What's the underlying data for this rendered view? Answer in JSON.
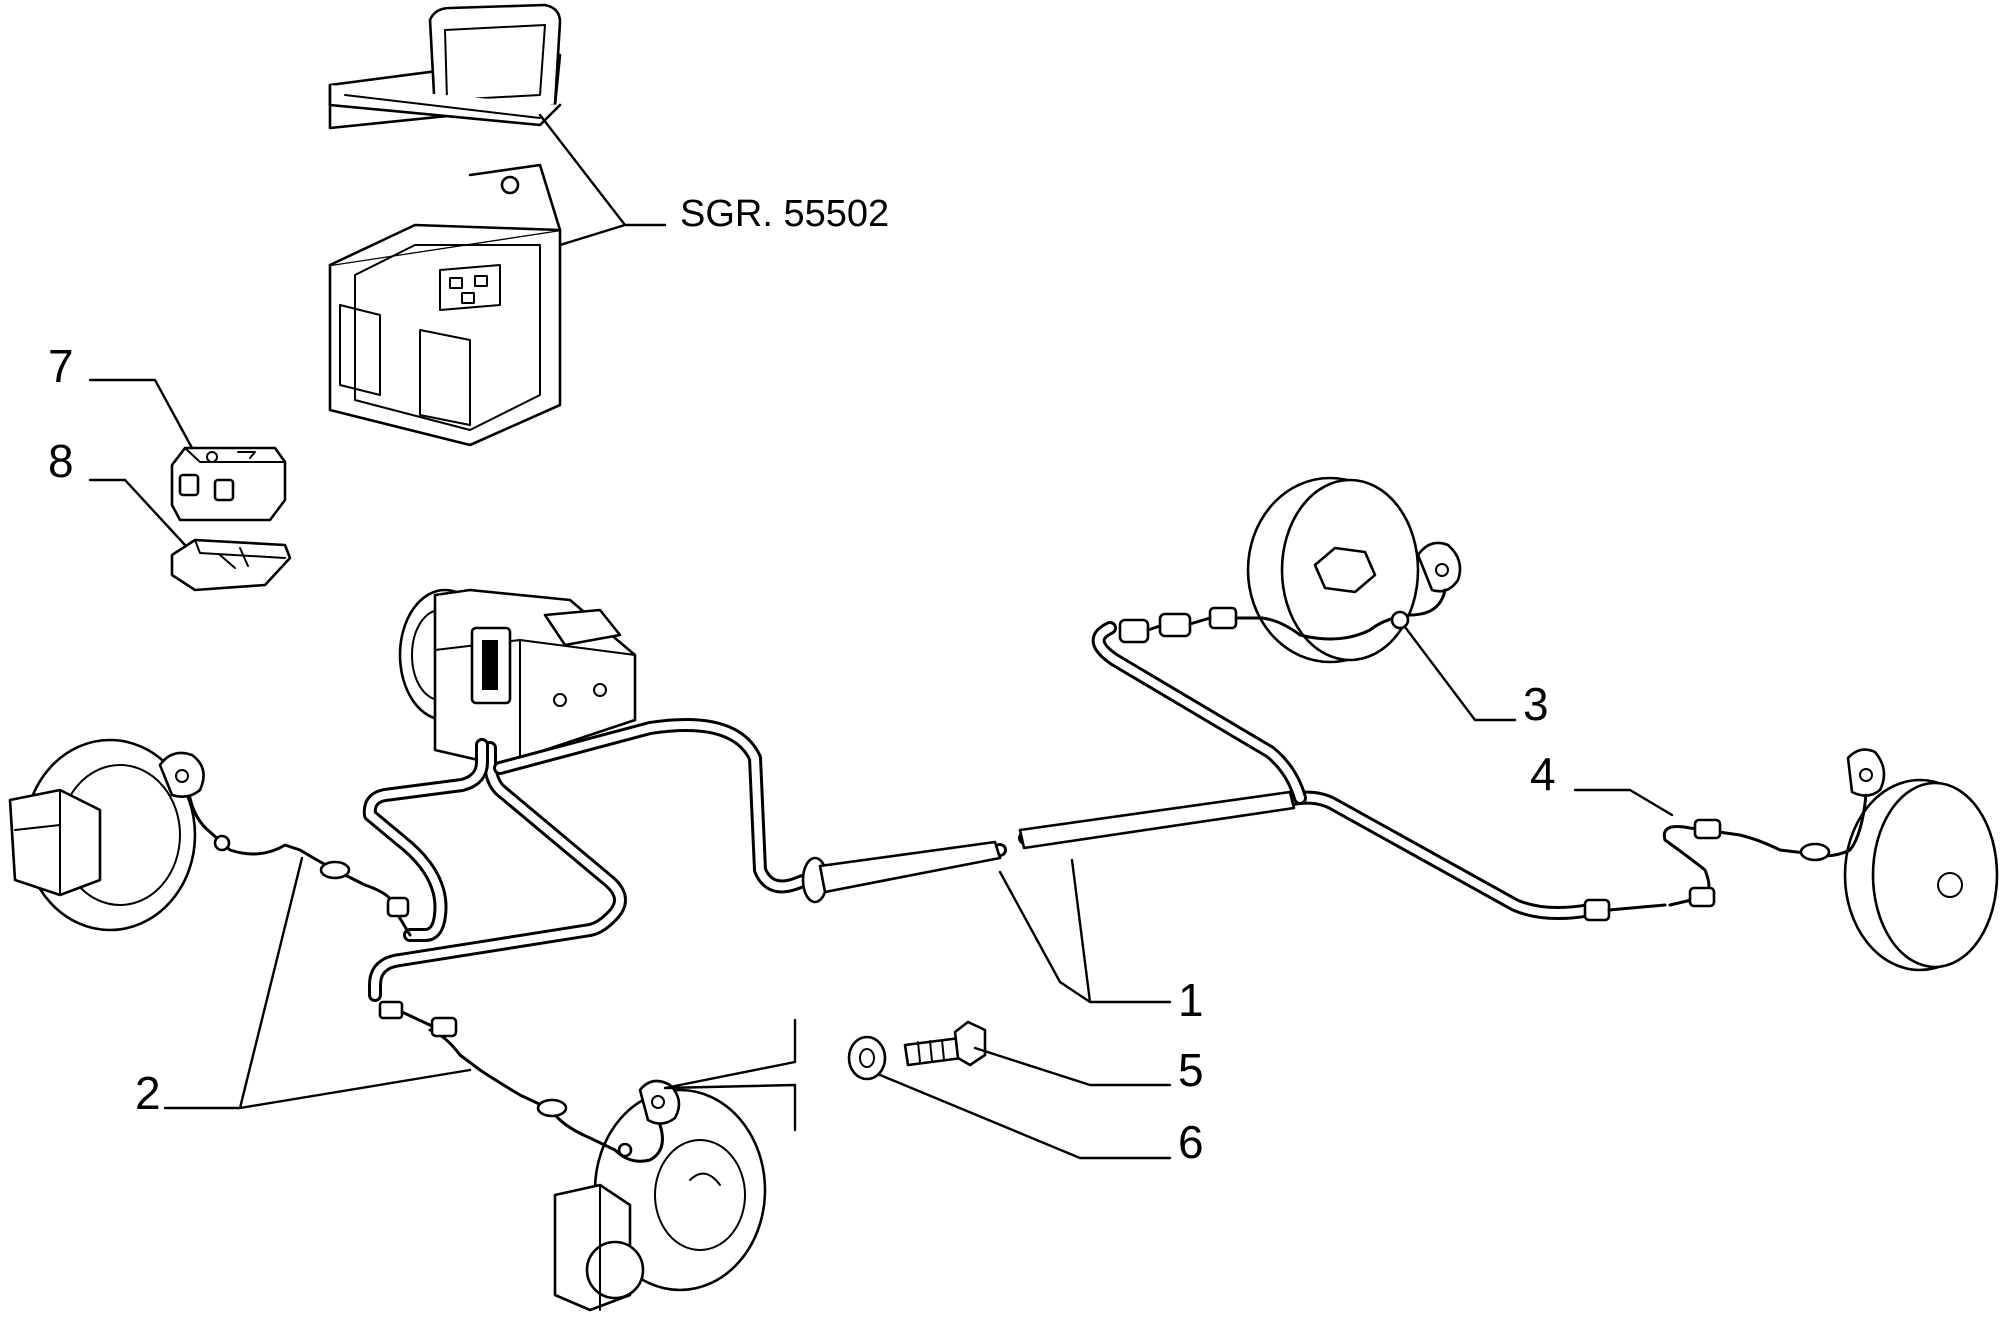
{
  "diagram": {
    "reference_label": "SGR. 55502",
    "callouts": [
      {
        "id": "1",
        "text": "1"
      },
      {
        "id": "2",
        "text": "2"
      },
      {
        "id": "3",
        "text": "3"
      },
      {
        "id": "4",
        "text": "4"
      },
      {
        "id": "5",
        "text": "5"
      },
      {
        "id": "6",
        "text": "6"
      },
      {
        "id": "7",
        "text": "7"
      },
      {
        "id": "8",
        "text": "8"
      }
    ]
  }
}
